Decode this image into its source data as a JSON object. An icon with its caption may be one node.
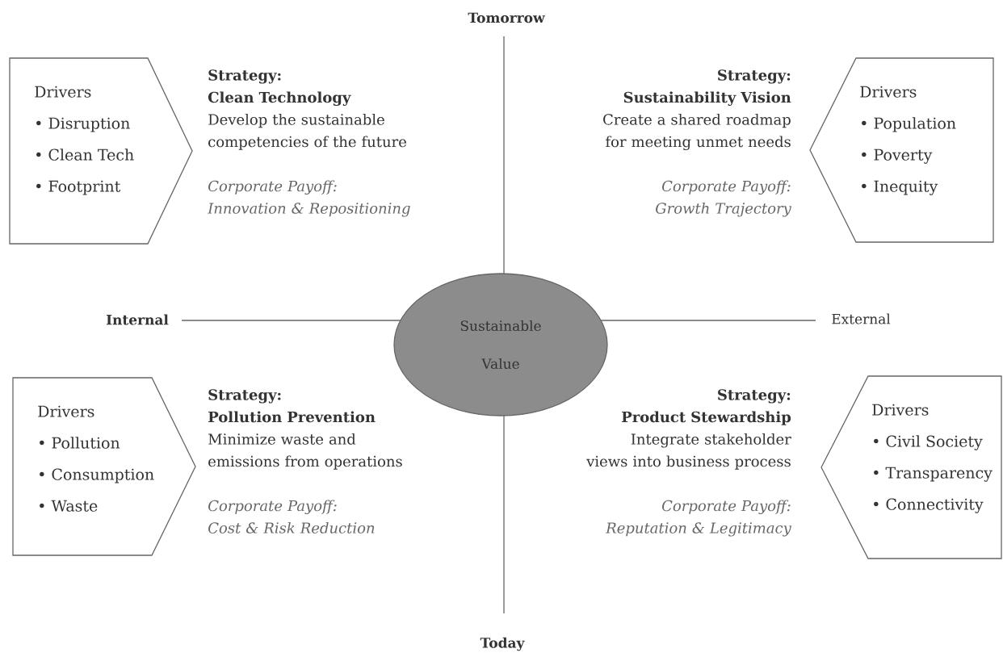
{
  "diagram": {
    "nodes": [
      {
        "text": [
          "Drivers",
          "• Disruption",
          "• Clean Tech",
          "• Footprint"
        ],
        "beside": [
          "Strategy:",
          "Clean Technology",
          "Develop the sustainable competencies of the future",
          "Corporate Payoff:",
          "Innovation & Repositioning"
        ]
      },
      {
        "text": [
          "Drivers",
          "• Population",
          "• Poverty",
          "• Inequity"
        ],
        "beside": [
          "Strategy:",
          "Sustainability Vision",
          "Create a shared roadmap for meeting unmet needs",
          "Corporate Payoff:",
          "Growth Trajectory"
        ]
      },
      {
        "text": [
          "Sustainable Value"
        ]
      },
      {
        "text": [
          "Drivers",
          "• Pollution",
          "• Consumption",
          "• Waste"
        ],
        "beside": [
          "Strategy:",
          "Pollution Prevention",
          "Minimize waste and emissions from operations",
          "Corporate Payoff:",
          "Cost & Risk Reduction"
        ]
      },
      {
        "text": [
          "Drivers",
          "• Civil Society",
          "• Transparency",
          "• Connectivity"
        ],
        "beside": [
          "Strategy:",
          "Product Stewardship",
          "Integrate stakeholder views into business process",
          "Corporate Payoff:",
          "Reputation & Legitimacy"
        ]
      }
    ],
    "edges": [],
    "labels": [
      "Tomorrow",
      "Internal",
      "External",
      "Today"
    ]
  }
}
